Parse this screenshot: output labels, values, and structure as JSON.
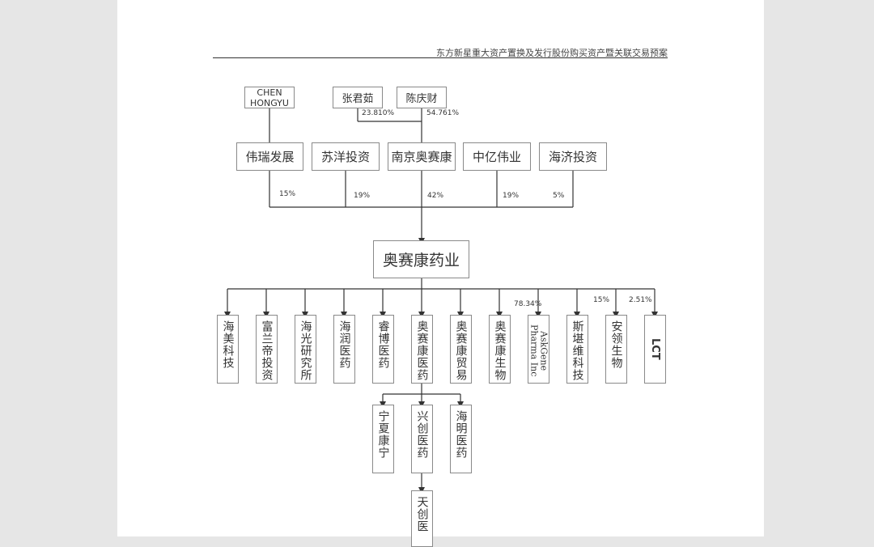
{
  "header": {
    "title": "东方新星重大资产置换及发行股份购买资产暨关联交易预案"
  },
  "top_owners": {
    "chen": "CHEN\nHONGYU",
    "zhang": "张君茹",
    "chenqc": "陈庆财"
  },
  "top_pcts": {
    "zhang": "23.810%",
    "chenqc": "54.761%"
  },
  "holders": [
    {
      "label": "伟瑞发展",
      "pct": "15%"
    },
    {
      "label": "苏洋投资",
      "pct": "19%"
    },
    {
      "label": "南京奥赛康",
      "pct": "42%"
    },
    {
      "label": "中亿伟业",
      "pct": "19%"
    },
    {
      "label": "海济投资",
      "pct": "5%"
    }
  ],
  "main": {
    "label": "奥赛康药业"
  },
  "subsidiaries": [
    {
      "label": "海美科技"
    },
    {
      "label": "富兰帝投资"
    },
    {
      "label": "海光研究所"
    },
    {
      "label": "海润医药"
    },
    {
      "label": "睿博医药"
    },
    {
      "label": "奥赛康医药"
    },
    {
      "label": "奥赛康贸易"
    },
    {
      "label": "奥赛康生物"
    },
    {
      "label": "AskGene Pharma Inc"
    },
    {
      "label": "斯堪维科技"
    },
    {
      "label": "安领生物"
    },
    {
      "label": "LCT"
    }
  ],
  "sub_pcts": {
    "askgene": "78.34%",
    "anling": "15%",
    "lct": "2.51%"
  },
  "grandchildren": [
    {
      "label": "宁夏康宁"
    },
    {
      "label": "兴创医药"
    },
    {
      "label": "海明医药"
    }
  ],
  "great_grandchild": {
    "label": "天创医"
  }
}
